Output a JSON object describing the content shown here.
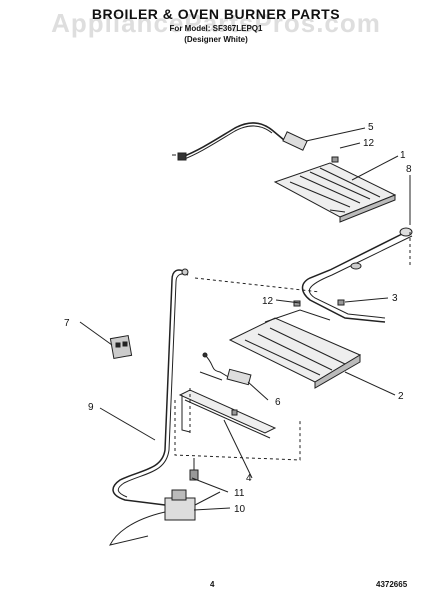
{
  "header": {
    "title": "BROILER & OVEN BURNER PARTS",
    "model_line": "For Model: SF367LEPQ1",
    "color_line": "(Designer White)"
  },
  "watermark": "AppliancePartsPros.com",
  "footer": {
    "page_number": "4",
    "doc_number": "4372665"
  },
  "callouts": {
    "c1": "1",
    "c2": "2",
    "c3": "3",
    "c4": "4",
    "c5": "5",
    "c6": "6",
    "c7": "7",
    "c8": "8",
    "c9": "9",
    "c10": "10",
    "c11": "11",
    "c12a": "12",
    "c12b": "12"
  }
}
